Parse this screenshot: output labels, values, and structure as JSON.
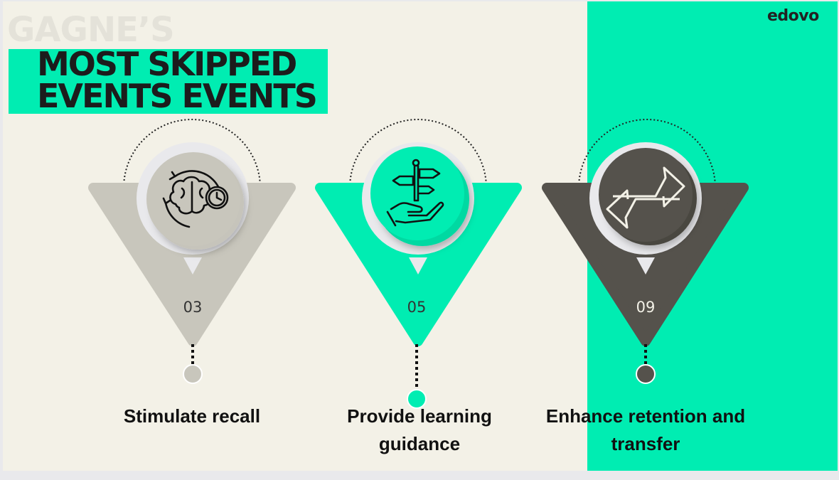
{
  "brand": "edovo",
  "title": {
    "pre": "GAGNE’S",
    "line1": "MOST SKIPPED",
    "line2": "EVENTS EVENTS"
  },
  "colors": {
    "background": "#f3f1e7",
    "accent": "#00edb2",
    "gray": "#c8c6bc",
    "dark": "#55524c"
  },
  "steps": [
    {
      "number": "03",
      "label": "Stimulate recall",
      "icon": "brain-clock-icon"
    },
    {
      "number": "05",
      "label": "Provide learning guidance",
      "icon": "hand-signpost-icon"
    },
    {
      "number": "09",
      "label": "Enhance retention and transfer",
      "icon": "exchange-arrows-icon"
    }
  ]
}
